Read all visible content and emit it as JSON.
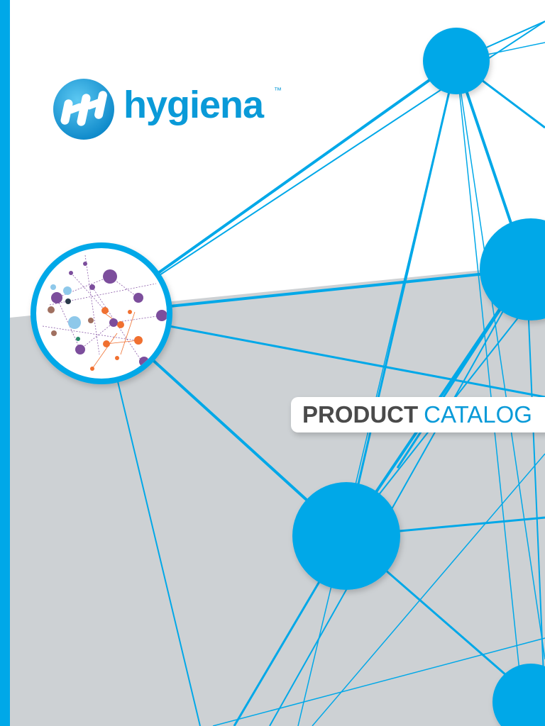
{
  "brand": {
    "name": "hygiena",
    "trademark": "™"
  },
  "cover": {
    "title_bold": "PRODUCT",
    "title_light": "CATALOG"
  },
  "colors": {
    "accent": "#00a8e8",
    "logo_blue": "#0a9ad8",
    "grey_panel": "#cdd1d4",
    "title_grey": "#4a4a4a"
  },
  "icons": [
    "hygiena-logo-icon",
    "molecule-network-icon"
  ]
}
